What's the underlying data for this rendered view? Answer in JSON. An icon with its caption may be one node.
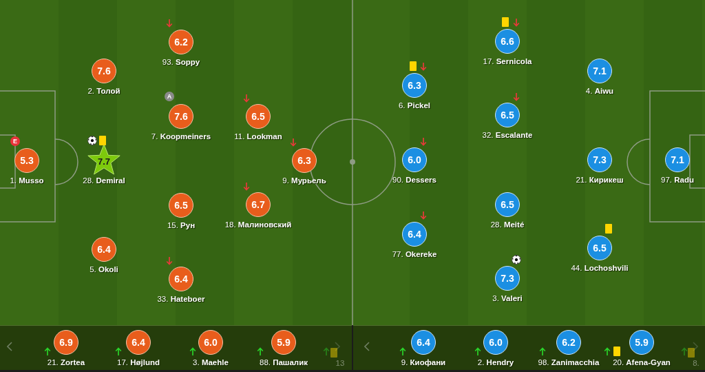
{
  "diagram": {
    "nodes": [
      {
        "text": [
          "5.3"
        ],
        "beside": [
          "1. **Musso**"
        ]
      },
      {
        "text": [
          "7.6"
        ],
        "beside": [
          "2. **Толой**"
        ]
      },
      {
        "text": [
          "7.7"
        ],
        "beside": [
          "28. **Demiral**"
        ]
      },
      {
        "text": [
          "6.4"
        ],
        "beside": [
          "5. **Okoli**"
        ]
      },
      {
        "text": [
          "6.2"
        ],
        "beside": [
          "93. **Soppy**"
        ]
      },
      {
        "text": [
          "7.6"
        ],
        "beside": [
          "7. **Koopmeiners**"
        ]
      },
      {
        "text": [
          "6.5"
        ],
        "beside": [
          "15. **Рун**"
        ]
      },
      {
        "text": [
          "6.4"
        ],
        "beside": [
          "33. **Hateboer**"
        ]
      },
      {
        "text": [
          "6.5"
        ],
        "beside": [
          "11. **Lookman**"
        ]
      },
      {
        "text": [
          "6.7"
        ],
        "beside": [
          "18. **Малиновский**"
        ]
      },
      {
        "text": [
          "6.3"
        ],
        "beside": [
          "9. **Мурьель**"
        ]
      },
      {
        "text": [
          "6.3"
        ],
        "beside": [
          "6. **Pickel**"
        ]
      },
      {
        "text": [
          "6.0"
        ],
        "beside": [
          "90. **Dessers**"
        ]
      },
      {
        "text": [
          "6.4"
        ],
        "beside": [
          "77. **Okereke**"
        ]
      },
      {
        "text": [
          "6.6"
        ],
        "beside": [
          "17. **Sernicola**"
        ]
      },
      {
        "text": [
          "6.5"
        ],
        "beside": [
          "32. **Escalante**"
        ]
      },
      {
        "text": [
          "6.5"
        ],
        "beside": [
          "28. **Meité**"
        ]
      },
      {
        "text": [
          "7.3"
        ],
        "beside": [
          "3. **Valeri**"
        ]
      },
      {
        "text": [
          "7.1"
        ],
        "beside": [
          "4. **Aiwu**"
        ]
      },
      {
        "text": [
          "7.3"
        ],
        "beside": [
          "21. **Кирикеш**"
        ]
      },
      {
        "text": [
          "6.5"
        ],
        "beside": [
          "44. **Lochoshvili**"
        ]
      },
      {
        "text": [
          "7.1"
        ],
        "beside": [
          "97. **Radu**"
        ]
      },
      {
        "text": [
          "6.9"
        ],
        "beside": [
          "21. **Zortea**"
        ]
      },
      {
        "text": [
          "6.4"
        ],
        "beside": [
          "17. **Højlund**"
        ]
      },
      {
        "text": [
          "6.0"
        ],
        "beside": [
          "3. **Maehle**"
        ]
      },
      {
        "text": [
          "5.9"
        ],
        "beside": [
          "88. **Пашалик**"
        ]
      },
      {
        "text": [
          "6.4"
        ],
        "beside": [
          "9. **Киофани**"
        ]
      },
      {
        "text": [
          "6.0"
        ],
        "beside": [
          "2. **Hendry**"
        ]
      },
      {
        "text": [
          "6.2"
        ],
        "beside": [
          "98. **Zanimacchia**"
        ]
      },
      {
        "text": [
          "5.9"
        ],
        "beside": [
          "20. **Afena-Gyan**"
        ]
      }
    ],
    "labels": [
      "A",
      "E",
      "13",
      "8."
    ]
  }
}
